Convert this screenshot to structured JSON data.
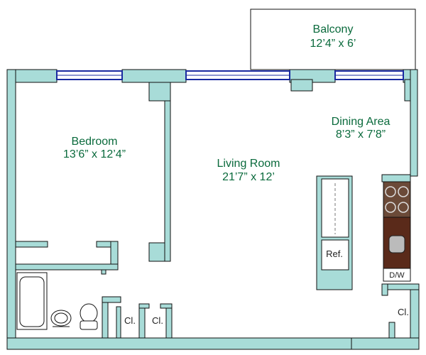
{
  "rooms": {
    "balcony": {
      "name": "Balcony",
      "dims": "12’4” x 6’"
    },
    "dining": {
      "name": "Dining Area",
      "dims": "8’3” x 7’8”"
    },
    "bedroom": {
      "name": "Bedroom",
      "dims": "13’6” x 12’4”"
    },
    "living": {
      "name": "Living Room",
      "dims": "21’7” x 12’"
    }
  },
  "fixtures": {
    "refrigerator": "Ref.",
    "dishwasher": "D/W",
    "closet_1": "Cl.",
    "closet_2": "Cl.",
    "closet_3": "Cl."
  },
  "colors": {
    "wall": "#a8dcd8",
    "wall_outline": "#111111",
    "window": "#1a2aa0",
    "label": "#0a6a3c",
    "counter": "#5a2a1a",
    "stove": "#6b4a38"
  }
}
